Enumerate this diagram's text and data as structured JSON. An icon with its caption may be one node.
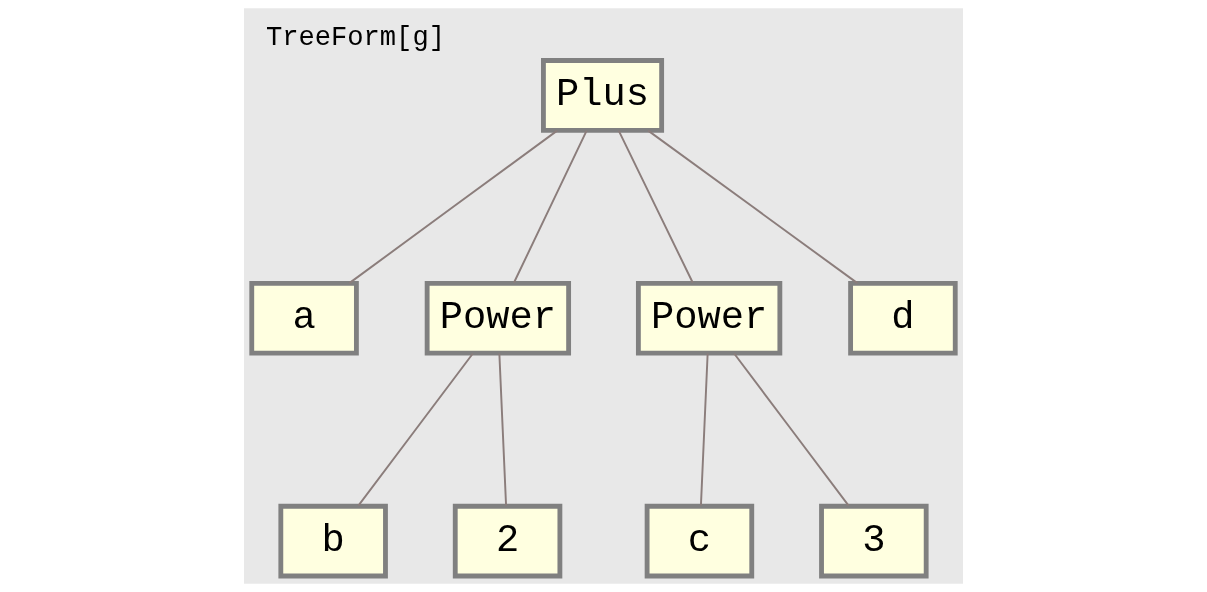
{
  "diagram": {
    "title": "TreeForm[g]",
    "nodes": [
      {
        "text": [
          "Plus"
        ]
      },
      {
        "text": [
          "a"
        ]
      },
      {
        "text": [
          "Power"
        ]
      },
      {
        "text": [
          "Power"
        ]
      },
      {
        "text": [
          "d"
        ]
      },
      {
        "text": [
          "b"
        ]
      },
      {
        "text": [
          "2"
        ]
      },
      {
        "text": [
          "c"
        ]
      },
      {
        "text": [
          "3"
        ]
      }
    ],
    "edges": [
      {
        "from": 0,
        "to": 1,
        "arrow": "none"
      },
      {
        "from": 0,
        "to": 2,
        "arrow": "none"
      },
      {
        "from": 0,
        "to": 3,
        "arrow": "none"
      },
      {
        "from": 0,
        "to": 4,
        "arrow": "none"
      },
      {
        "from": 2,
        "to": 5,
        "arrow": "none"
      },
      {
        "from": 2,
        "to": 6,
        "arrow": "none"
      },
      {
        "from": 3,
        "to": 7,
        "arrow": "none"
      },
      {
        "from": 3,
        "to": 8,
        "arrow": "none"
      }
    ]
  }
}
